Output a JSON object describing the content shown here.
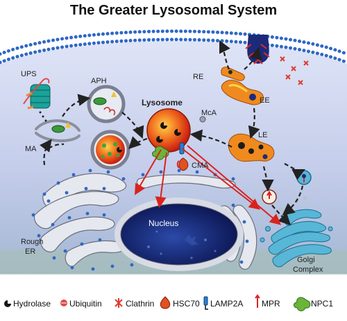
{
  "title": "The Greater Lysosomal System",
  "labels": {
    "ups": "UPS",
    "aph": "APH",
    "ma": "MA",
    "lysosome": "Lysosome",
    "mca": "McA",
    "re": "RE",
    "ee": "EE",
    "le": "LE",
    "cma": "CMA",
    "nucleus": "Nucleus",
    "rough_er_1": "Rough",
    "rough_er_2": "ER",
    "golgi_1": "Golgi",
    "golgi_2": "Complex"
  },
  "legend": [
    {
      "icon": "hydrolase-icon",
      "label": "Hydrolase"
    },
    {
      "icon": "ubiquitin-icon",
      "label": "Ubiquitin"
    },
    {
      "icon": "clathrin-icon",
      "label": "Clathrin"
    },
    {
      "icon": "hsc70-icon",
      "label": "HSC70"
    },
    {
      "icon": "lamp2a-icon",
      "label": "LAMP2A"
    },
    {
      "icon": "mpr-icon",
      "label": "MPR"
    },
    {
      "icon": "npc1-icon",
      "label": "NPC1"
    }
  ],
  "colors": {
    "cytoplasm_top": "#c9d2ee",
    "cytoplasm_bottom": "#9fb2d6",
    "membrane_dot": "#2f68c4",
    "lysosome": "#e4441f",
    "endosome": "#ef8a1e",
    "arrow_red": "#d9231e",
    "nucleus": "#172a78",
    "golgi": "#48a6c9",
    "er": "#d8dbe4"
  }
}
